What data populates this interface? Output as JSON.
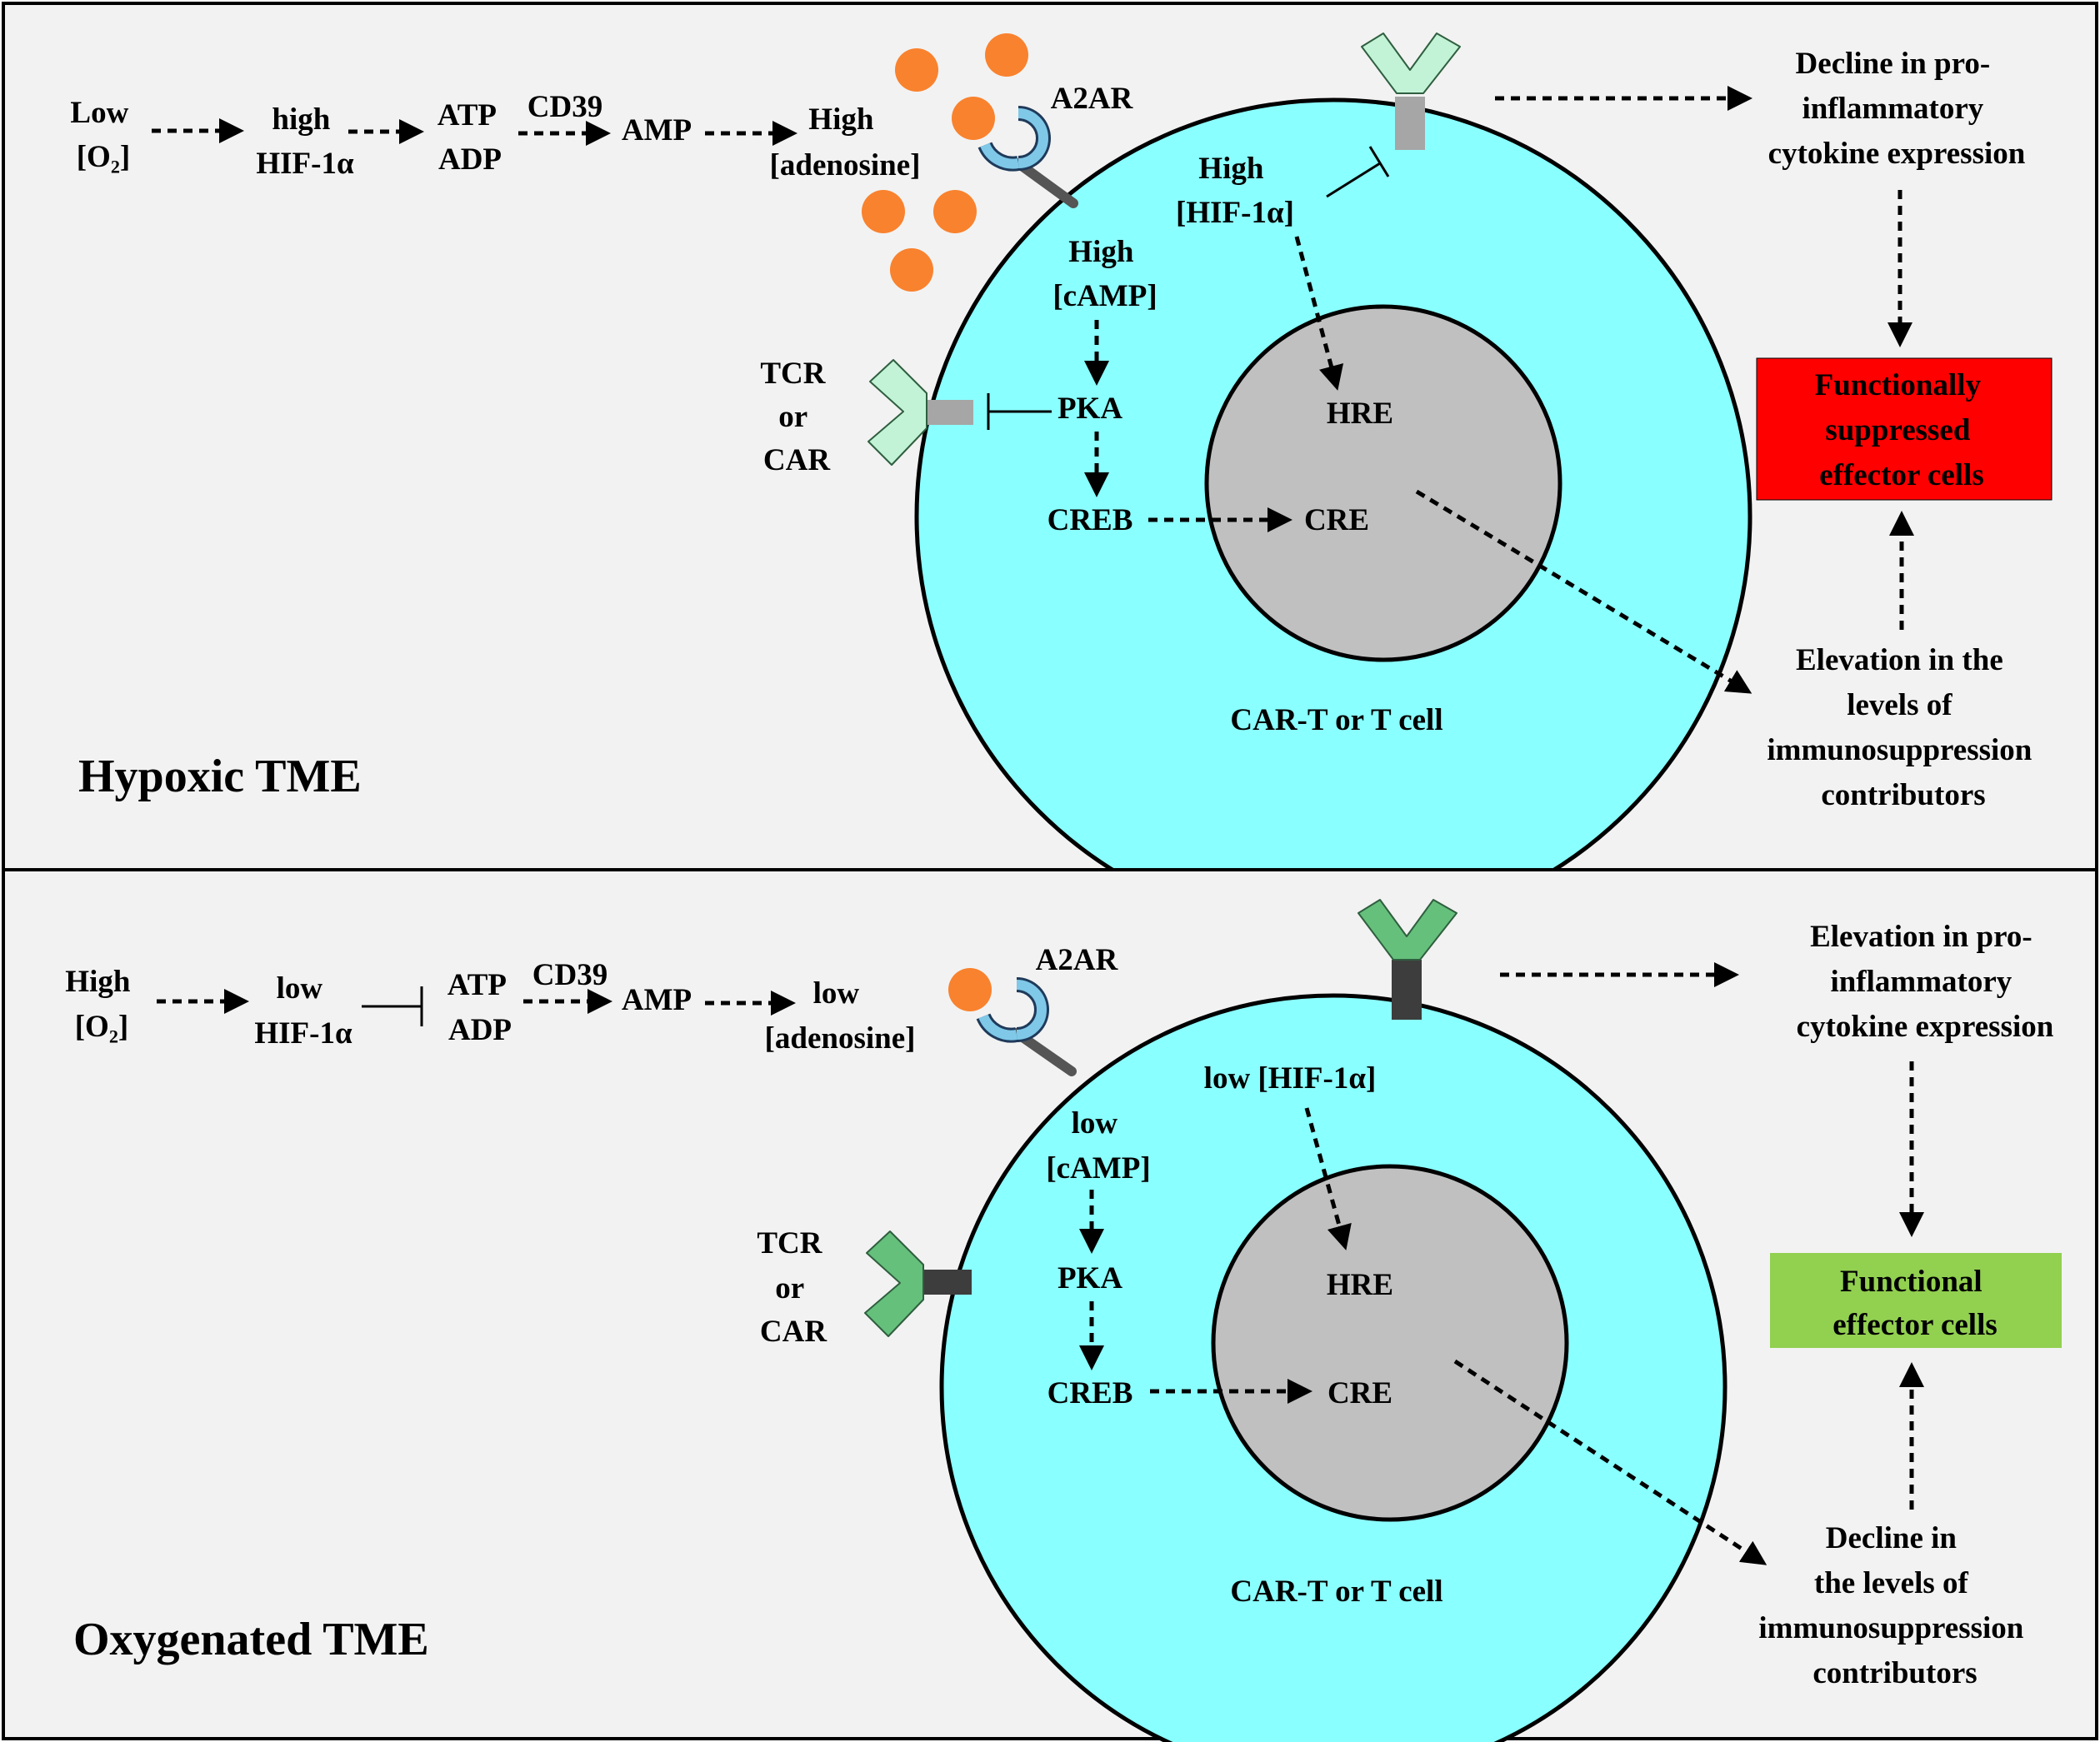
{
  "colors": {
    "panel_bg": "#f2f2f2",
    "cell_fill": "#8affff",
    "nucleus_fill": "#c0c0c0",
    "adenosine": "#f9822e",
    "a2ar_receptor": "#7fc8e8",
    "hypoxic_receptor": "#c2f3d6",
    "hypoxic_stem": "#a6a6a6",
    "oxygenated_receptor": "#65c07b",
    "oxygenated_stem": "#3d3d3d",
    "suppressed_box": "#ff0000",
    "functional_box": "#92d050"
  },
  "icons": {
    "receptor": "y-shaped-receptor-icon",
    "adenosine": "adenosine-molecule-icon",
    "a2ar": "a2ar-receptor-icon"
  },
  "hypoxic": {
    "title": "Hypoxic TME",
    "cell_label": "CAR-T or T cell",
    "pathway": {
      "o2": [
        "Low",
        "[O₂]"
      ],
      "hif": [
        "high",
        "HIF-1α"
      ],
      "atp_adp": [
        "ATP",
        "ADP"
      ],
      "cd39": "CD39",
      "amp": "AMP",
      "adenosine": [
        "High",
        "[adenosine]"
      ]
    },
    "a2ar": "A2AR",
    "tcr": [
      "TCR",
      "or",
      "CAR"
    ],
    "camp": [
      "High",
      "[cAMP]"
    ],
    "hif_inner": [
      "High",
      "[HIF-1α]"
    ],
    "pka": "PKA",
    "creb": "CREB",
    "hre": "HRE",
    "cre": "CRE",
    "cytokine": [
      "Decline in pro-",
      "inflammatory",
      "cytokine expression"
    ],
    "result_box": [
      "Functionally",
      "suppressed",
      "effector cells"
    ],
    "immuno": [
      "Elevation in the",
      "levels of",
      "immunosuppression",
      "contributors"
    ]
  },
  "oxygenated": {
    "title": "Oxygenated TME",
    "cell_label": "CAR-T or T cell",
    "pathway": {
      "o2": [
        "High",
        "[O₂]"
      ],
      "hif": [
        "low",
        "HIF-1α"
      ],
      "atp_adp": [
        "ATP",
        "ADP"
      ],
      "cd39": "CD39",
      "amp": "AMP",
      "adenosine": [
        "low",
        "[adenosine]"
      ]
    },
    "a2ar": "A2AR",
    "tcr": [
      "TCR",
      "or",
      "CAR"
    ],
    "camp": [
      "low",
      "[cAMP]"
    ],
    "hif_inner": "low [HIF-1α]",
    "pka": "PKA",
    "creb": "CREB",
    "hre": "HRE",
    "cre": "CRE",
    "cytokine": [
      "Elevation in pro-",
      "inflammatory",
      "cytokine expression"
    ],
    "result_box": [
      "Functional",
      "effector cells"
    ],
    "immuno": [
      "Decline in",
      "the levels of",
      "immunosuppression",
      "contributors"
    ]
  }
}
